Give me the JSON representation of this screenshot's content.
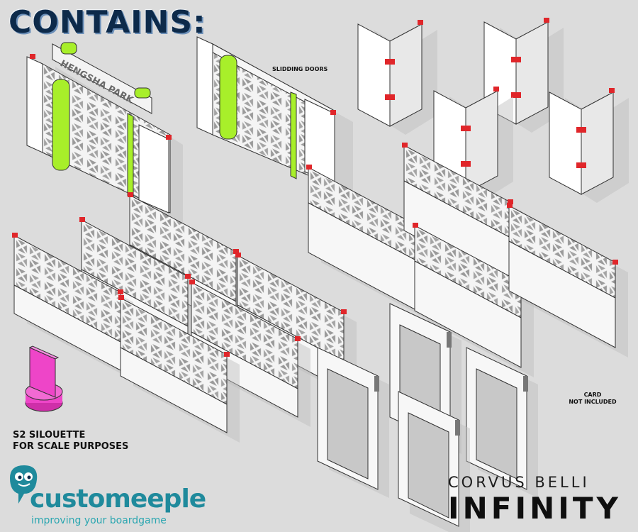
{
  "title": "CONTAINS:",
  "sign_text": "HENGSHA PARK",
  "labels": {
    "sliding_doors": "SLIDDING DOORS",
    "card_line1": "CARD",
    "card_line2": "NOT INCLUDED",
    "scale_line1": "S2 SILOUETTE",
    "scale_line2": "FOR SCALE PURPOSES"
  },
  "brand": {
    "name": "customeeple",
    "tagline": "improving your boardgame"
  },
  "publisher": {
    "corvus": "CORVUS BELLI",
    "game": "INFINITY"
  },
  "colors": {
    "background": "#dcdcdc",
    "accent_green": "#a8ef2a",
    "accent_red": "#e0262a",
    "silhouette_pink": "#ee45c8",
    "title_navy": "#0d2a4a",
    "brand_teal": "#1f8a9c"
  }
}
